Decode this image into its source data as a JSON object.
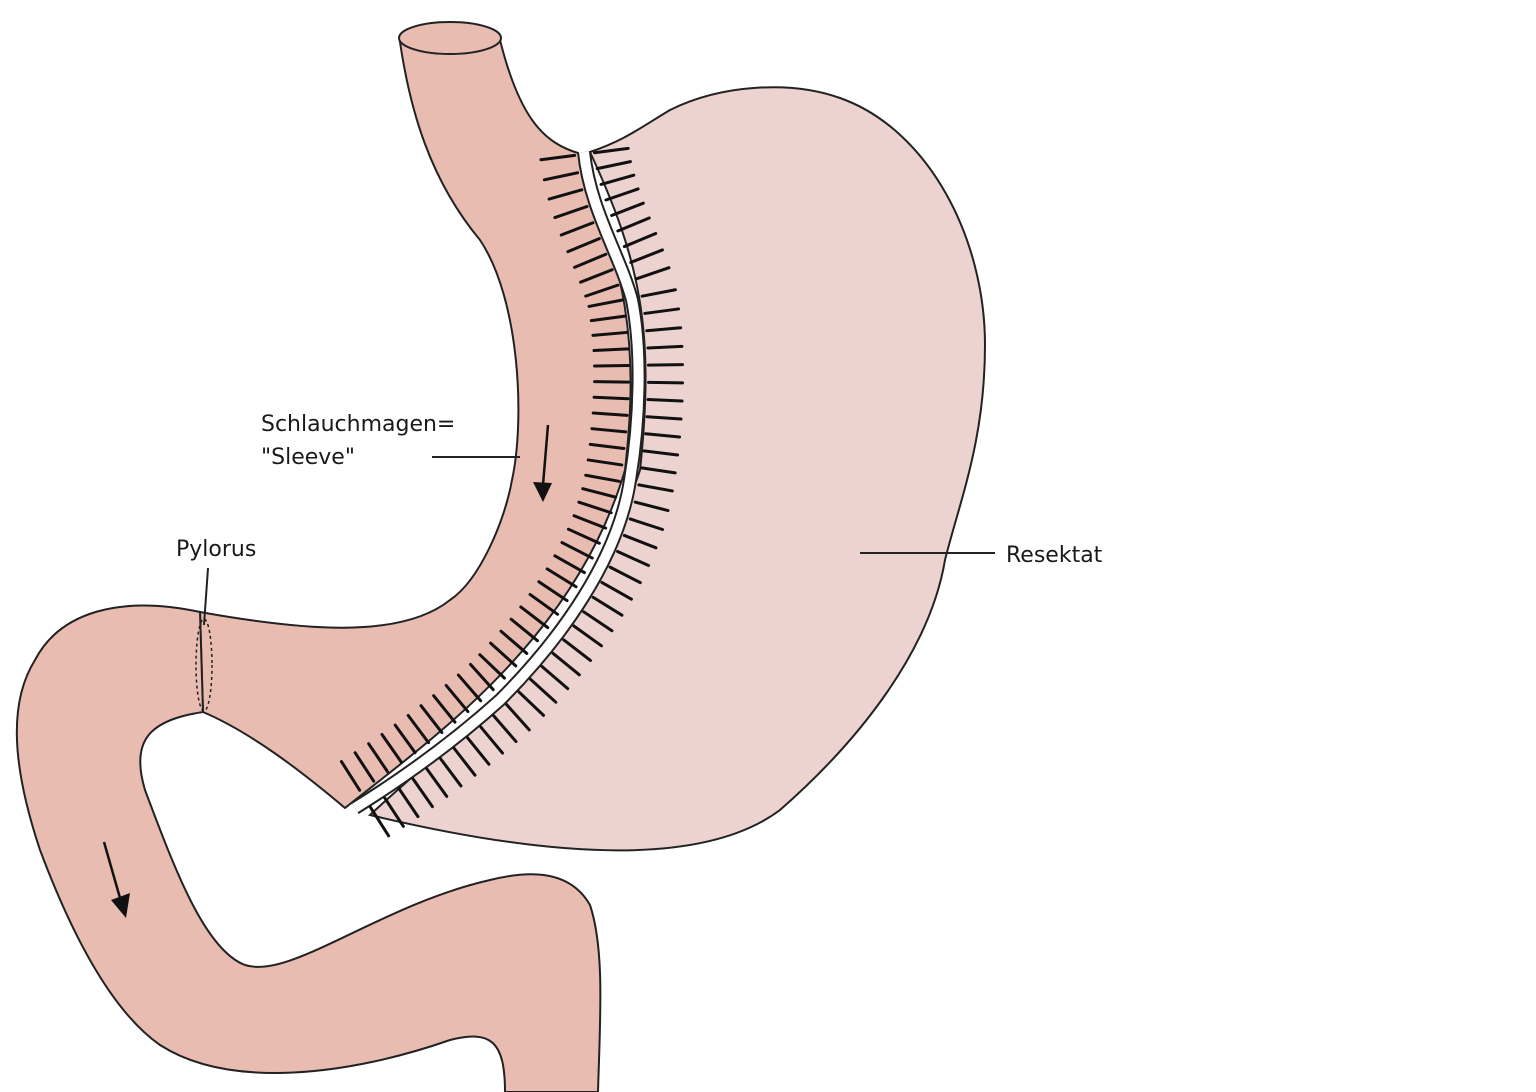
{
  "labels": {
    "sleeve_line1": "Schlauchmagen=",
    "sleeve_line2": "\"Sleeve\"",
    "pylorus": "Pylorus",
    "resection": "Resektat"
  },
  "colors": {
    "sleeve_fill": "#e9bcb2",
    "resection_fill": "#ecd3cf",
    "outline": "#222222",
    "staples": "#111111",
    "background": "#ffffff"
  }
}
